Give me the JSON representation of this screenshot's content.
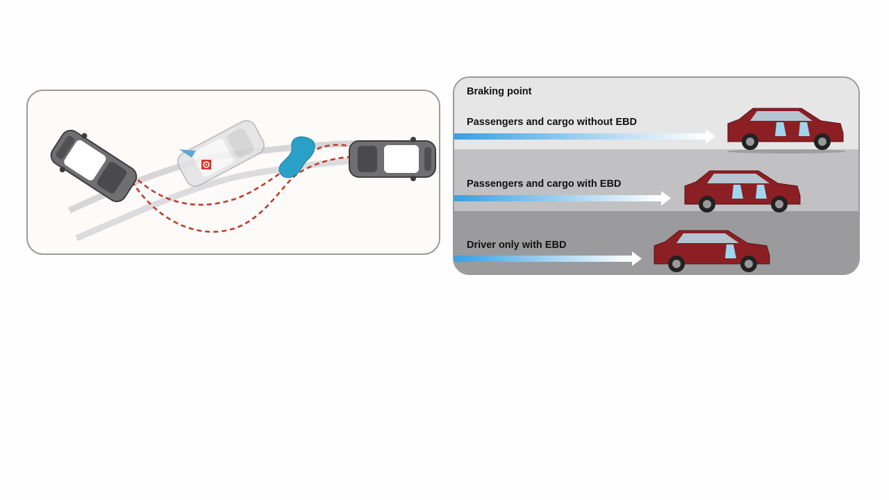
{
  "left_panel": {
    "colors": {
      "path": "#c0392b",
      "car_body": "#6f6f72",
      "ghost_car": "#d6d6d8",
      "obstacle": "#2aa0c8",
      "warning": "#d9322b",
      "track": "#d4d4d6"
    },
    "icons": [
      "car-icon",
      "ghost-car-icon",
      "obstacle-icon",
      "warning-icon",
      "arrow-icon"
    ]
  },
  "right_panel": {
    "heading": "Braking point",
    "rows": [
      {
        "label": "Passengers and cargo without EBD"
      },
      {
        "label": "Passengers and cargo with EBD"
      },
      {
        "label": "Driver only with EBD"
      }
    ],
    "colors": {
      "arrow_start": "#3a9fe0",
      "arrow_end": "#ffffff",
      "car_body": "#8c1f24",
      "seat": "#9fd6ee"
    }
  }
}
